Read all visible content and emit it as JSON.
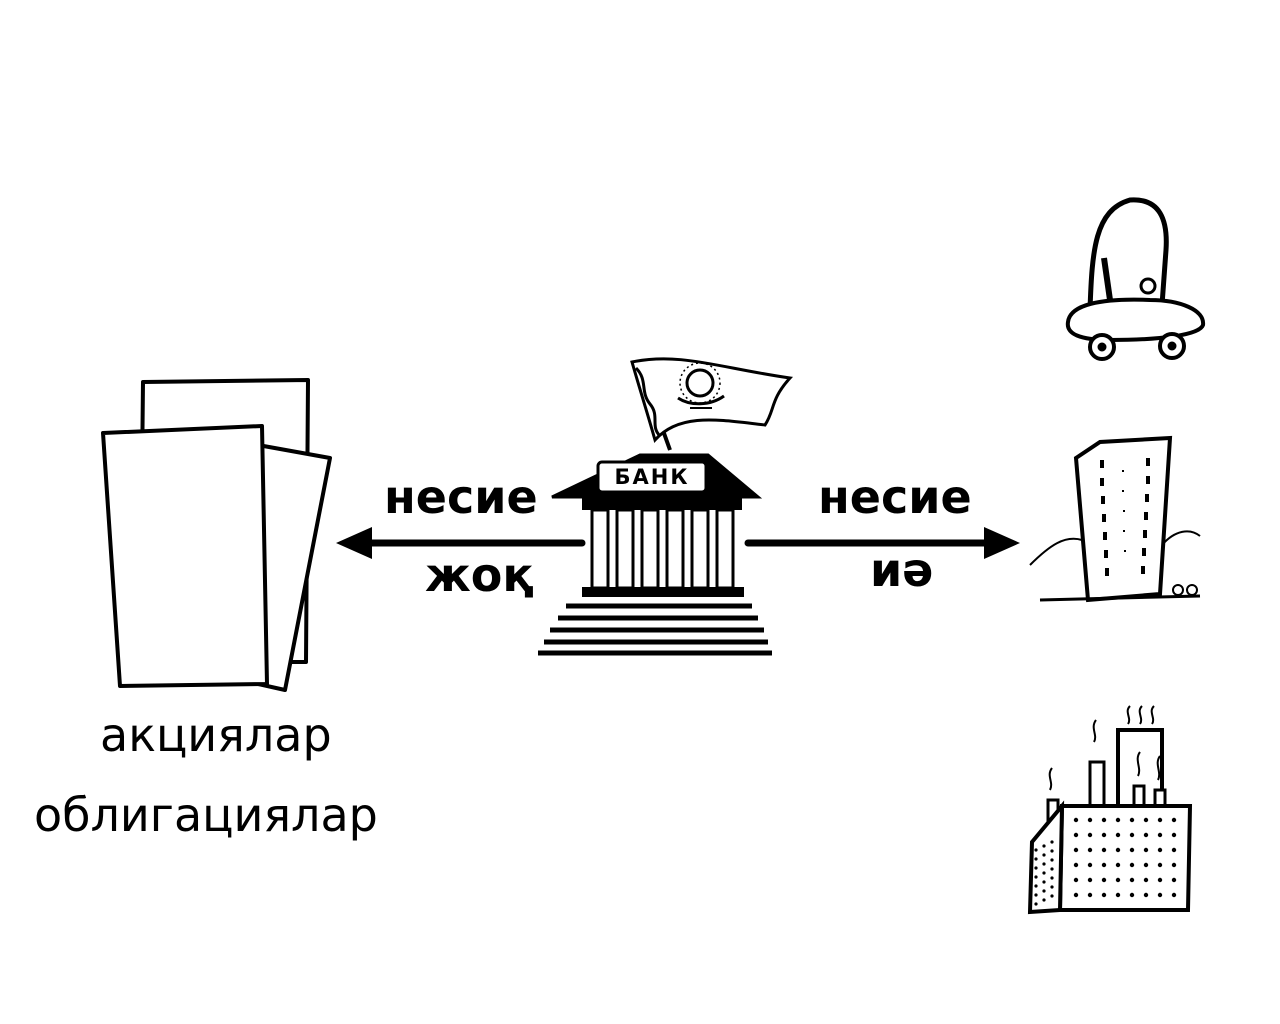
{
  "left_arrow": {
    "top_text": "несие",
    "bottom_text": "жоқ"
  },
  "right_arrow": {
    "top_text": "несие",
    "bottom_text": "иә"
  },
  "bank": {
    "sign_text": "БАНК"
  },
  "securities": {
    "line1": "акциялар",
    "line2": "облигациялар"
  },
  "icons": [
    "documents-stack-icon",
    "bank-building-icon",
    "flag-icon",
    "car-icon",
    "apartment-building-icon",
    "factory-icon",
    "arrow-left-icon",
    "arrow-right-icon"
  ]
}
